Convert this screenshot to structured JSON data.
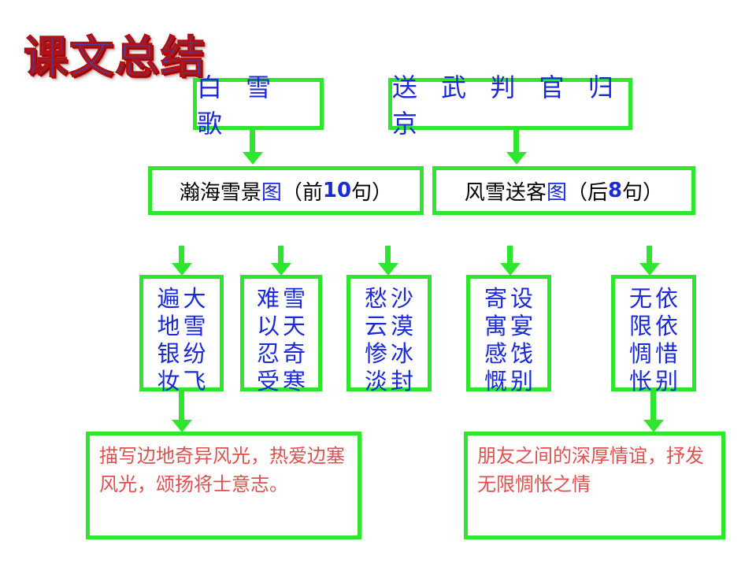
{
  "title": "课文总结",
  "poems": [
    {
      "title": "白 雪 歌"
    },
    {
      "title": "送 武 判 官 归 京"
    }
  ],
  "sections": [
    {
      "prefix": "瀚海雪景",
      "word": "图",
      "paren_open": "（前",
      "count": "10",
      "paren_close": "句）"
    },
    {
      "prefix": "风雪送客",
      "word": "图",
      "paren_open": "（后",
      "count": "8",
      "paren_close": "句）"
    }
  ],
  "phrases": [
    {
      "right": "大雪纷飞",
      "left": "遍地银妆"
    },
    {
      "right": "雪天奇寒",
      "left": "难以忍受"
    },
    {
      "right": "沙漠冰封",
      "left": "愁云惨淡"
    },
    {
      "right": "设宴饯别",
      "left": "寄寓感慨"
    },
    {
      "right": "依依惜别",
      "left": "无限惆怅"
    }
  ],
  "summaries": [
    "描写边地奇异风光，热爱边塞风光，颂扬将士意志。",
    "朋友之间的深厚情谊，抒发无限惆怅之情"
  ],
  "colors": {
    "border": "#2ee62e",
    "blue_text": "#1a2ad8",
    "red_text": "#e05050"
  }
}
